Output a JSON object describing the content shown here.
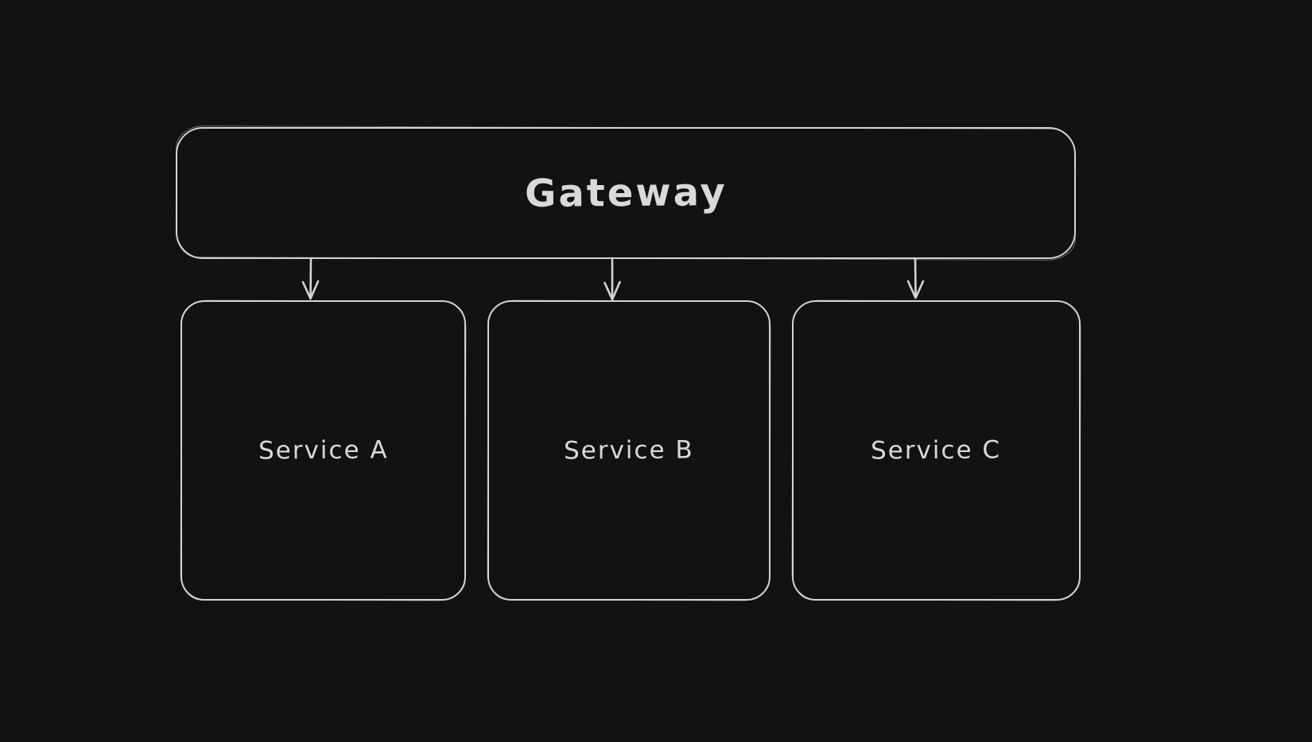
{
  "diagram": {
    "type": "flowchart",
    "style": "excalidraw-hand-drawn-dark",
    "colors": {
      "background": "#121212",
      "stroke": "#d4d4d4",
      "text": "#d9d9d9"
    },
    "nodes": {
      "gateway": {
        "label": "Gateway"
      },
      "service_a": {
        "label": "Service A"
      },
      "service_b": {
        "label": "Service B"
      },
      "service_c": {
        "label": "Service C"
      }
    },
    "edges": [
      {
        "from": "Gateway",
        "to": "Service A",
        "arrowhead": "down"
      },
      {
        "from": "Gateway",
        "to": "Service B",
        "arrowhead": "down"
      },
      {
        "from": "Gateway",
        "to": "Service C",
        "arrowhead": "down"
      }
    ]
  }
}
